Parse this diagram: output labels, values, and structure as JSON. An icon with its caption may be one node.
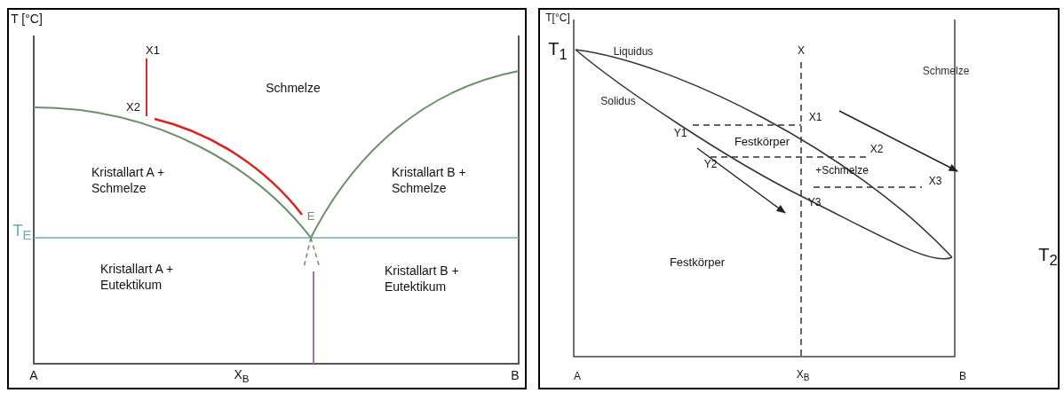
{
  "diagram": {
    "labels": [
      "T [°C]",
      "X1",
      "Schmelze",
      "X2",
      "Kristallart A + Schmelze",
      "Kristallart B + Schmelze",
      "E",
      "T$_{E}$",
      "Kristallart A + Eutektikum",
      "Kristallart B + Eutektikum",
      "A",
      "X$_{B}$",
      "B",
      "T[°C]",
      "T$_{1}$",
      "Liquidus",
      "X",
      "Schmelze",
      "Solidus",
      "X1",
      "Y1",
      "Festkörper",
      "X2",
      "Y2",
      "+Schmelze",
      "X3",
      "Y3",
      "T$_{2}$",
      "Festkörper",
      "A",
      "X$_{B}$",
      "B"
    ]
  }
}
